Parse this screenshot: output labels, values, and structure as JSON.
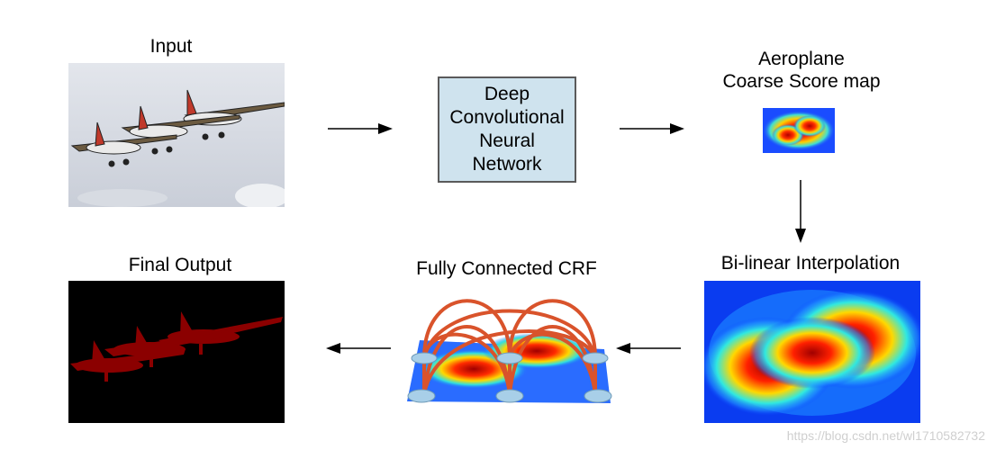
{
  "labels": {
    "input": "Input",
    "dcnn": [
      "Deep",
      "Convolutional",
      "Neural",
      "Network"
    ],
    "coarse": [
      "Aeroplane",
      "Coarse Score map"
    ],
    "bilinear": "Bi-linear Interpolation",
    "crf": "Fully Connected CRF",
    "final": "Final Output"
  },
  "watermark": "https://blog.csdn.net/wl1710582732",
  "colors": {
    "box_fill": "#cfe3ee",
    "box_border": "#5a5a5a",
    "crf_arcs": "#d9532b",
    "mask": "#8b0000"
  }
}
